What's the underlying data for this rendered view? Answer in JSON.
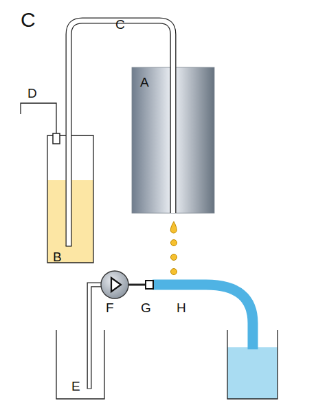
{
  "diagram": {
    "title": "C",
    "labels": [
      "C",
      "A",
      "D",
      "B",
      "F",
      "G",
      "H",
      "E"
    ]
  }
}
